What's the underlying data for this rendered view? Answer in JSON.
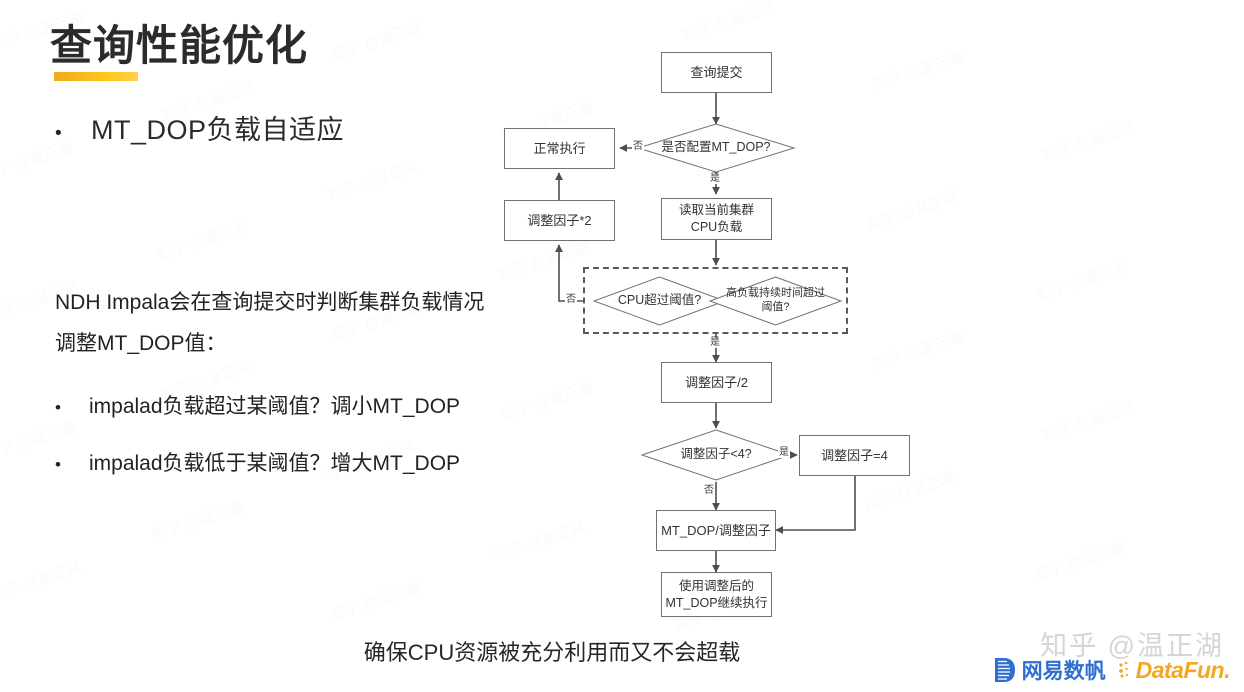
{
  "slide": {
    "title": "查询性能优化",
    "accent_color": "#F2A81E",
    "bullet_main": "MT_DOP负载自适应",
    "paragraph": "NDH Impala会在查询提交时判断集群负载情况调整MT_DOP值：",
    "sub_bullets": [
      "impalad负载超过某阈值？调小MT_DOP",
      "impalad负载低于某阈值？增大MT_DOP"
    ],
    "caption": "确保CPU资源被充分利用而又不会超载",
    "bullet_glyph": "•"
  },
  "flowchart": {
    "nodes": {
      "query_submit": "查询提交",
      "normal_exec": "正常执行",
      "factor_times_2": "调整因子*2",
      "read_cpu_load_l1": "读取当前集群",
      "read_cpu_load_l2": "CPU负载",
      "factor_div_2": "调整因子/2",
      "factor_eq_4": "调整因子=4",
      "mtdop_div_factor": "MT_DOP/调整因子",
      "final_l1": "使用调整后的",
      "final_l2": "MT_DOP继续执行"
    },
    "decisions": {
      "is_mtdop_set": "是否配置MT_DOP?",
      "cpu_over_threshold": "CPU超过阈值?",
      "high_load_duration_l1": "高负载持续时间超过",
      "high_load_duration_l2": "阈值?",
      "factor_lt_4": "调整因子<4?"
    },
    "edge_labels": {
      "no_1": "否",
      "yes_1": "是",
      "no_2": "否",
      "yes_2": "是",
      "yes_3": "是",
      "no_3": "否"
    },
    "stroke_color": "#6d7278"
  },
  "watermark": {
    "zhihu": "知乎 @温正湖",
    "netease_text": "网易数帆",
    "netease_color": "#2f6fd0",
    "datafun_text": "DataFun.",
    "datafun_color": "#F5A623",
    "tile_text": "知乎 @温正湖"
  }
}
